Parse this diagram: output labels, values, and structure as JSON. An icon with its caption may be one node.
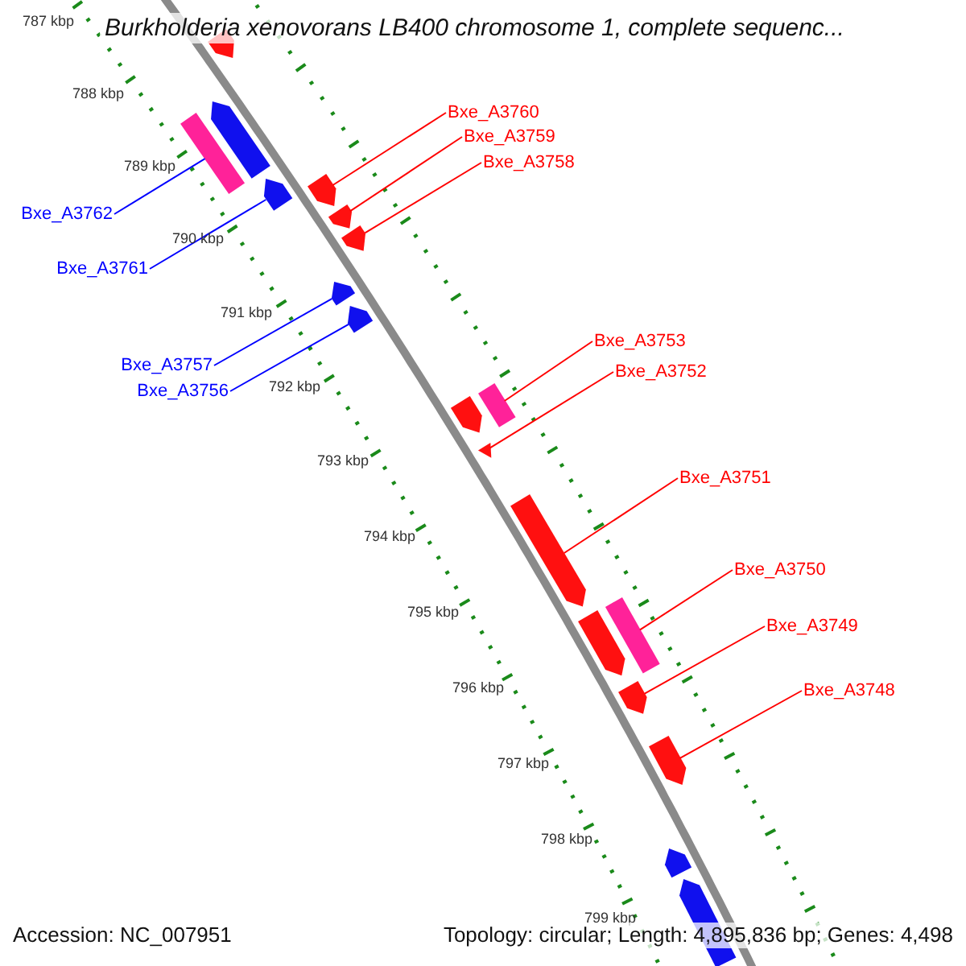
{
  "diagram": {
    "title": "Burkholderia xenovorans LB400 chromosome 1, complete sequenc...",
    "nodes": [
      {
        "text": [],
        "shape": "pentagon"
      },
      {
        "text": [],
        "shape": "bar"
      },
      {
        "text": [],
        "shape": "pentagon"
      },
      {
        "text": [],
        "shape": "pentagon"
      },
      {
        "text": [],
        "shape": "pentagon"
      },
      {
        "text": [],
        "shape": "pentagon"
      },
      {
        "text": [],
        "shape": "pentagon"
      },
      {
        "text": [],
        "shape": "pentagon"
      },
      {
        "text": [],
        "shape": "pentagon"
      },
      {
        "text": [],
        "shape": "pentagon"
      },
      {
        "text": [],
        "shape": "bar"
      },
      {
        "text": [],
        "shape": "triangle"
      },
      {
        "text": [],
        "shape": "pentagon"
      },
      {
        "text": [],
        "shape": "pentagon"
      },
      {
        "text": [],
        "shape": "bar"
      },
      {
        "text": [],
        "shape": "pentagon"
      },
      {
        "text": [],
        "shape": "pentagon"
      },
      {
        "text": [],
        "shape": "pentagon"
      },
      {
        "text": [],
        "shape": "pentagon"
      },
      {
        "text": [
          "Bxe_A3760"
        ]
      },
      {
        "text": [
          "Bxe_A3759"
        ]
      },
      {
        "text": [
          "Bxe_A3758"
        ]
      },
      {
        "text": [
          "Bxe_A3762"
        ]
      },
      {
        "text": [
          "Bxe_A3761"
        ]
      },
      {
        "text": [
          "Bxe_A3757"
        ]
      },
      {
        "text": [
          "Bxe_A3756"
        ]
      },
      {
        "text": [
          "Bxe_A3753"
        ]
      },
      {
        "text": [
          "Bxe_A3752"
        ]
      },
      {
        "text": [
          "Bxe_A3751"
        ]
      },
      {
        "text": [
          "Bxe_A3750"
        ]
      },
      {
        "text": [
          "Bxe_A3749"
        ]
      },
      {
        "text": [
          "Bxe_A3748"
        ]
      }
    ],
    "edges": [
      {
        "from": 19,
        "to": 4,
        "arrow": "none"
      },
      {
        "from": 20,
        "to": 5,
        "arrow": "none"
      },
      {
        "from": 21,
        "to": 6,
        "arrow": "none"
      },
      {
        "from": 22,
        "to": 1,
        "arrow": "none",
        "color": "#0000ff"
      },
      {
        "from": 23,
        "to": 3,
        "arrow": "none",
        "color": "#0000ff"
      },
      {
        "from": 24,
        "to": 7,
        "arrow": "none",
        "color": "#0000ff"
      },
      {
        "from": 25,
        "to": 8,
        "arrow": "none",
        "color": "#0000ff"
      },
      {
        "from": 26,
        "to": 10,
        "arrow": "none"
      },
      {
        "from": 27,
        "to": 11,
        "arrow": "none"
      },
      {
        "from": 28,
        "to": 12,
        "arrow": "none"
      },
      {
        "from": 29,
        "to": 14,
        "arrow": "none"
      },
      {
        "from": 30,
        "to": 15,
        "arrow": "none"
      },
      {
        "from": 31,
        "to": 16,
        "arrow": "none"
      }
    ],
    "labels": [
      "787 kbp",
      "788 kbp",
      "789 kbp",
      "790 kbp",
      "791 kbp",
      "792 kbp",
      "793 kbp",
      "794 kbp",
      "795 kbp",
      "796 kbp",
      "797 kbp",
      "798 kbp",
      "799 kbp",
      "Accession: NC_007951",
      "Topology: circular; Length: 4,895,836 bp; Genes: 4,498"
    ]
  }
}
